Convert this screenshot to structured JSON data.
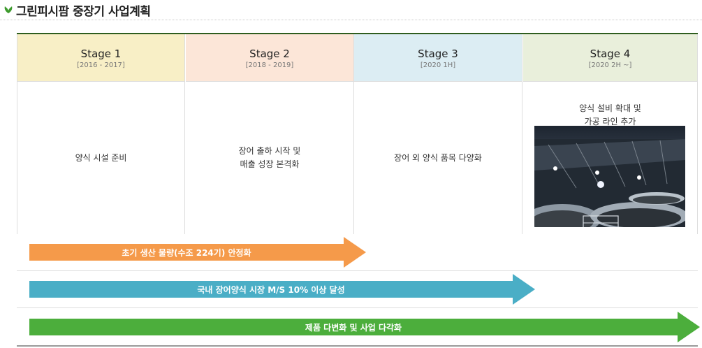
{
  "page": {
    "title": "그린피시팜 중장기 사업계획"
  },
  "stages": [
    {
      "name": "Stage 1",
      "period": "[2016 - 2017]",
      "color": "#f8efc6",
      "description": "양식 시설 준비"
    },
    {
      "name": "Stage 2",
      "period": "[2018 - 2019]",
      "color": "#fce6d8",
      "description": "장어 출하 시작 및\n매출 성장 본격화"
    },
    {
      "name": "Stage 3",
      "period": "[2020 1H]",
      "color": "#dcedf3",
      "description": "장어 외 양식 품목 다양화"
    },
    {
      "name": "Stage 4",
      "period": "[2020 2H ~]",
      "color": "#e9efdb",
      "description": "양식 설비 확대 및\n가공 라인 추가"
    }
  ],
  "goals": [
    {
      "label": "초기 생산 물량(수조 224기) 안정화",
      "color": "#f59a4a"
    },
    {
      "label": "국내 장어양식 시장 M/S 10% 이상 달성",
      "color": "#4aaec6"
    },
    {
      "label": "제품 다변화 및 사업 다각화",
      "color": "#4cae3c"
    }
  ],
  "icons": {
    "header": "leaf-icon",
    "photo": "fish-farm-photo"
  }
}
